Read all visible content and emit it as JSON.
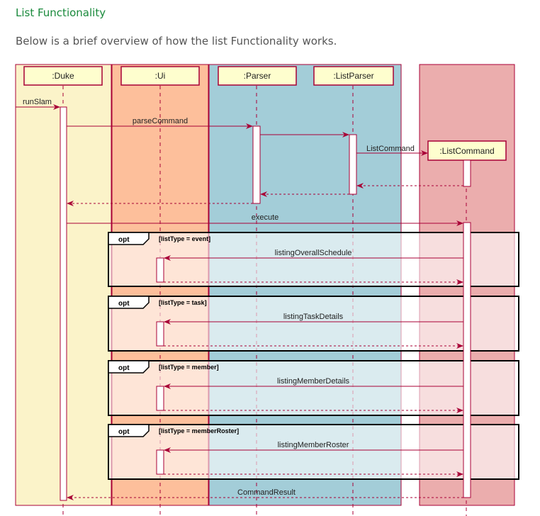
{
  "page": {
    "heading": "List Functionality",
    "intro": "Below is a brief overview of how the list Functionality works."
  },
  "colors": {
    "heading": "#1a8a3c",
    "duke_box": "#fbf3c9",
    "ui_box": "#fdbf9b",
    "logic_box": "#a3cdd8",
    "command_box": "#ebadad",
    "participant_fill": "#fefece",
    "border": "#a80036"
  },
  "diagram": {
    "participants": {
      "duke": ":Duke",
      "ui": ":Ui",
      "parser": ":Parser",
      "listparser": ":ListParser",
      "listcommand": ":ListCommand"
    },
    "messages": {
      "runslam": "runSlam",
      "parsecommand": "parseCommand",
      "listcommand_create": "ListCommand",
      "execute": "execute",
      "commandresult": "CommandResult"
    },
    "fragments": [
      {
        "operator": "opt",
        "guard": "[listType = event]",
        "message": "listingOverallSchedule"
      },
      {
        "operator": "opt",
        "guard": "[listType = task]",
        "message": "listingTaskDetails"
      },
      {
        "operator": "opt",
        "guard": "[listType = member]",
        "message": "listingMemberDetails"
      },
      {
        "operator": "opt",
        "guard": "[listType = memberRoster]",
        "message": "listingMemberRoster"
      }
    ]
  }
}
